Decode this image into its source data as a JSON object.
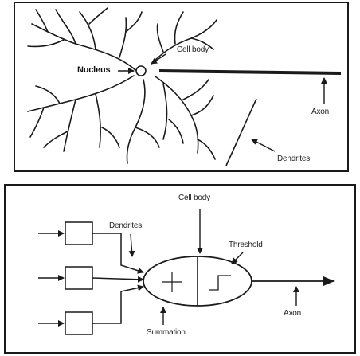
{
  "neuron": {
    "labels": {
      "nucleus": "Nucleus",
      "cell_body": "Cell body",
      "axon": "Axon",
      "dendrites": "Dendrites"
    }
  },
  "model": {
    "labels": {
      "cell_body": "Cell body",
      "dendrites": "Dendrites",
      "threshold": "Threshold",
      "axon": "Axon",
      "summation": "Summation"
    }
  },
  "colors": {
    "ink": "#1a1a1a",
    "background": "#ffffff"
  }
}
